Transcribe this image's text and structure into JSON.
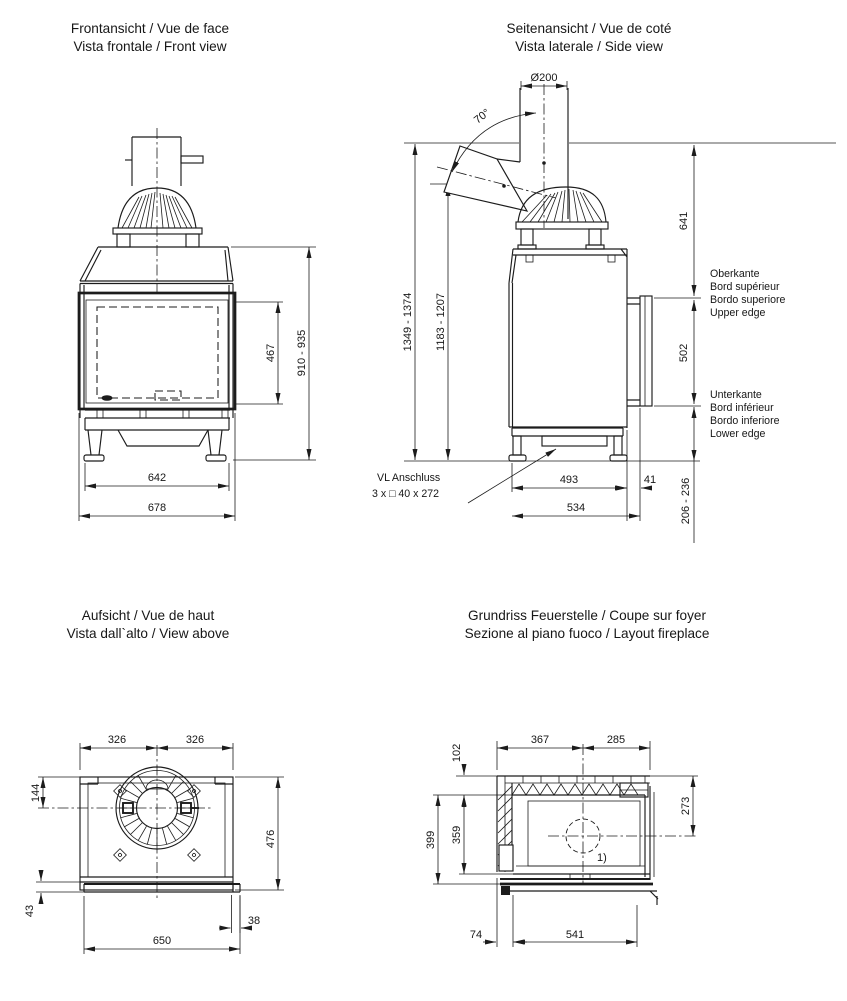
{
  "views": {
    "front": {
      "title_line1": "Frontansicht / Vue de face",
      "title_line2": "Vista frontale / Front view",
      "dims": {
        "glass_height": "467",
        "overall_height_range": "910 - 935",
        "base_width": "642",
        "overall_width": "678"
      }
    },
    "side": {
      "title_line1": "Seitenansicht / Vue de coté",
      "title_line2": "Vista laterale / Side view",
      "dims": {
        "flue_diameter": "Ø200",
        "flue_angle": "70°",
        "datum_to_upper_edge": "641",
        "overall_height_range": "1349 - 1374",
        "flue_outlet_height_range": "1183 - 1207",
        "door_frame_height": "502",
        "base_depth": "493",
        "front_offset": "41",
        "overall_depth": "534",
        "lower_edge_height_range": "206 - 236"
      },
      "upper_edge_label": {
        "de": "Oberkante",
        "fr": "Bord supérieur",
        "it": "Bordo superiore",
        "en": "Upper edge"
      },
      "lower_edge_label": {
        "de": "Unterkante",
        "fr": "Bord inférieur",
        "it": "Bordo inferiore",
        "en": "Lower edge"
      },
      "vl_connection": {
        "line1": "VL Anschluss",
        "line2": "3 x □ 40 x 272"
      }
    },
    "top": {
      "title_line1": "Aufsicht / Vue de haut",
      "title_line2": "Vista dall`alto / View above",
      "dims": {
        "half_width_left": "326",
        "half_width_right": "326",
        "flue_center_offset": "144",
        "depth": "476",
        "front_depth_offset": "43",
        "side_offset": "38",
        "body_width": "650"
      }
    },
    "layout": {
      "title_line1": "Grundriss Feuerstelle / Coupe sur foyer",
      "title_line2": "Sezione al piano fuoco / Layout fireplace",
      "dims": {
        "rear_left_width": "367",
        "rear_right_width": "285",
        "rear_wall_thickness": "102",
        "depth_outer": "399",
        "depth_inner": "359",
        "circle_center_offset": "273",
        "side_wall_thickness": "74",
        "inner_width": "541"
      },
      "footnote_marker": "1)"
    }
  }
}
